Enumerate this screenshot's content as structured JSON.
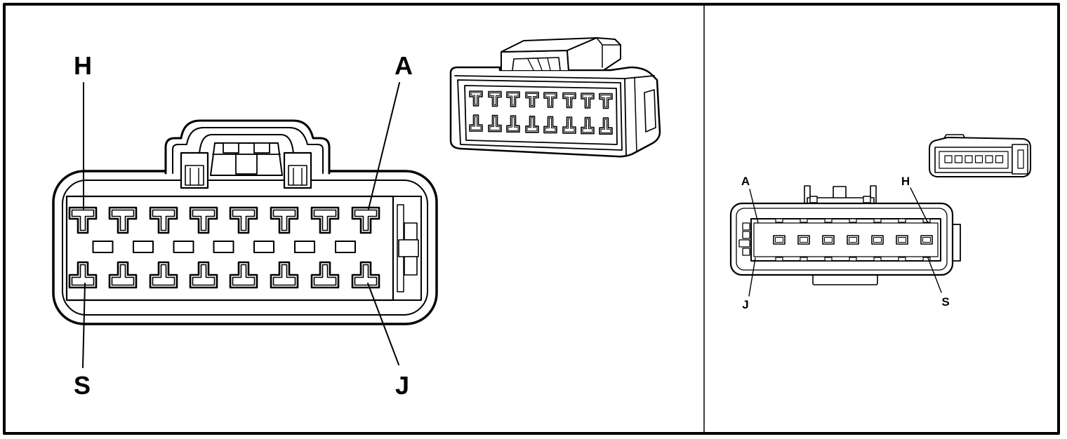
{
  "connector_face_large": {
    "label_top_left": "H",
    "label_top_right": "A",
    "label_bottom_left": "S",
    "label_bottom_right": "J"
  },
  "connector_face_small": {
    "label_top_left": "A",
    "label_top_right": "H",
    "label_bottom_left": "J",
    "label_bottom_right": "S"
  }
}
